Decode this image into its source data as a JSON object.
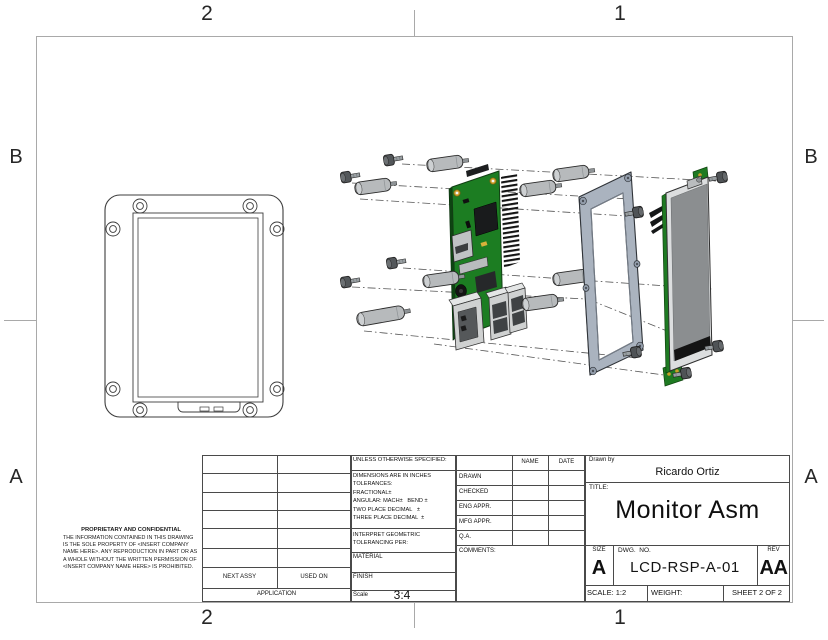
{
  "sheet": {
    "zones": {
      "top_left": "2",
      "top_right": "1",
      "bottom_left": "2",
      "bottom_right": "1",
      "left_upper": "B",
      "left_lower": "A",
      "right_upper": "B",
      "right_lower": "A"
    }
  },
  "title_block": {
    "drawn_by_label": "Drawn by",
    "drawn_by_value": "Ricardo Ortiz",
    "title_label": "TITLE:",
    "title_value": "Monitor Asm",
    "size_label": "SIZE",
    "size_value": "A",
    "dwg_no_label": "DWG.  NO.",
    "dwg_no_value": "LCD-RSP-A-01",
    "rev_label": "REV",
    "rev_value": "AA",
    "scale_label": "SCALE: 1:2",
    "weight_label": "WEIGHT:",
    "sheet_label": "SHEET 2 OF 2"
  },
  "tolerance_block": {
    "header": "UNLESS OTHERWISE SPECIFIED:",
    "notes": "DIMENSIONS ARE IN INCHES\nTOLERANCES:\nFRACTIONAL±\nANGULAR: MACH±   BEND ±\nTWO PLACE DECIMAL   ±\nTHREE PLACE DECIMAL  ±",
    "interpret": "INTERPRET GEOMETRIC\nTOLERANCING PER:",
    "material_label": "MATERIAL",
    "finish_label": "FINISH",
    "scale_label": "Scale",
    "scale_value": "3:4"
  },
  "approval_table": {
    "name_header": "NAME",
    "date_header": "DATE",
    "rows": [
      "DRAWN",
      "CHECKED",
      "ENG APPR.",
      "MFG APPR.",
      "Q.A."
    ],
    "comments_label": "COMMENTS:"
  },
  "application_block": {
    "next_assy": "NEXT ASSY",
    "used_on": "USED ON",
    "application": "APPLICATION"
  },
  "proprietary": {
    "header": "PROPRIETARY AND CONFIDENTIAL",
    "body": "THE INFORMATION CONTAINED IN THIS DRAWING IS THE SOLE PROPERTY OF <INSERT COMPANY NAME HERE>.  ANY REPRODUCTION IN PART OR AS A WHOLE WITHOUT THE WRITTEN PERMISSION OF <INSERT COMPANY NAME HERE> IS PROHIBITED.",
    "parts_depicted": [
      "socket-head-screws",
      "hex-standoffs",
      "raspberry-pi-board",
      "bezel-frame",
      "lcd-panel",
      "monitor-case-front-view"
    ]
  },
  "colors": {
    "pcb_green": "#1c7d22",
    "pcb_dark_green": "#0e4412",
    "metal_gray": "#b7babc",
    "frame_gray": "#aab3bf",
    "screen_gray": "#8b8e90",
    "port_gray": "#cfd1d1",
    "sheet_border": "#a9a9a9",
    "block_line": "#4a4a4a"
  }
}
